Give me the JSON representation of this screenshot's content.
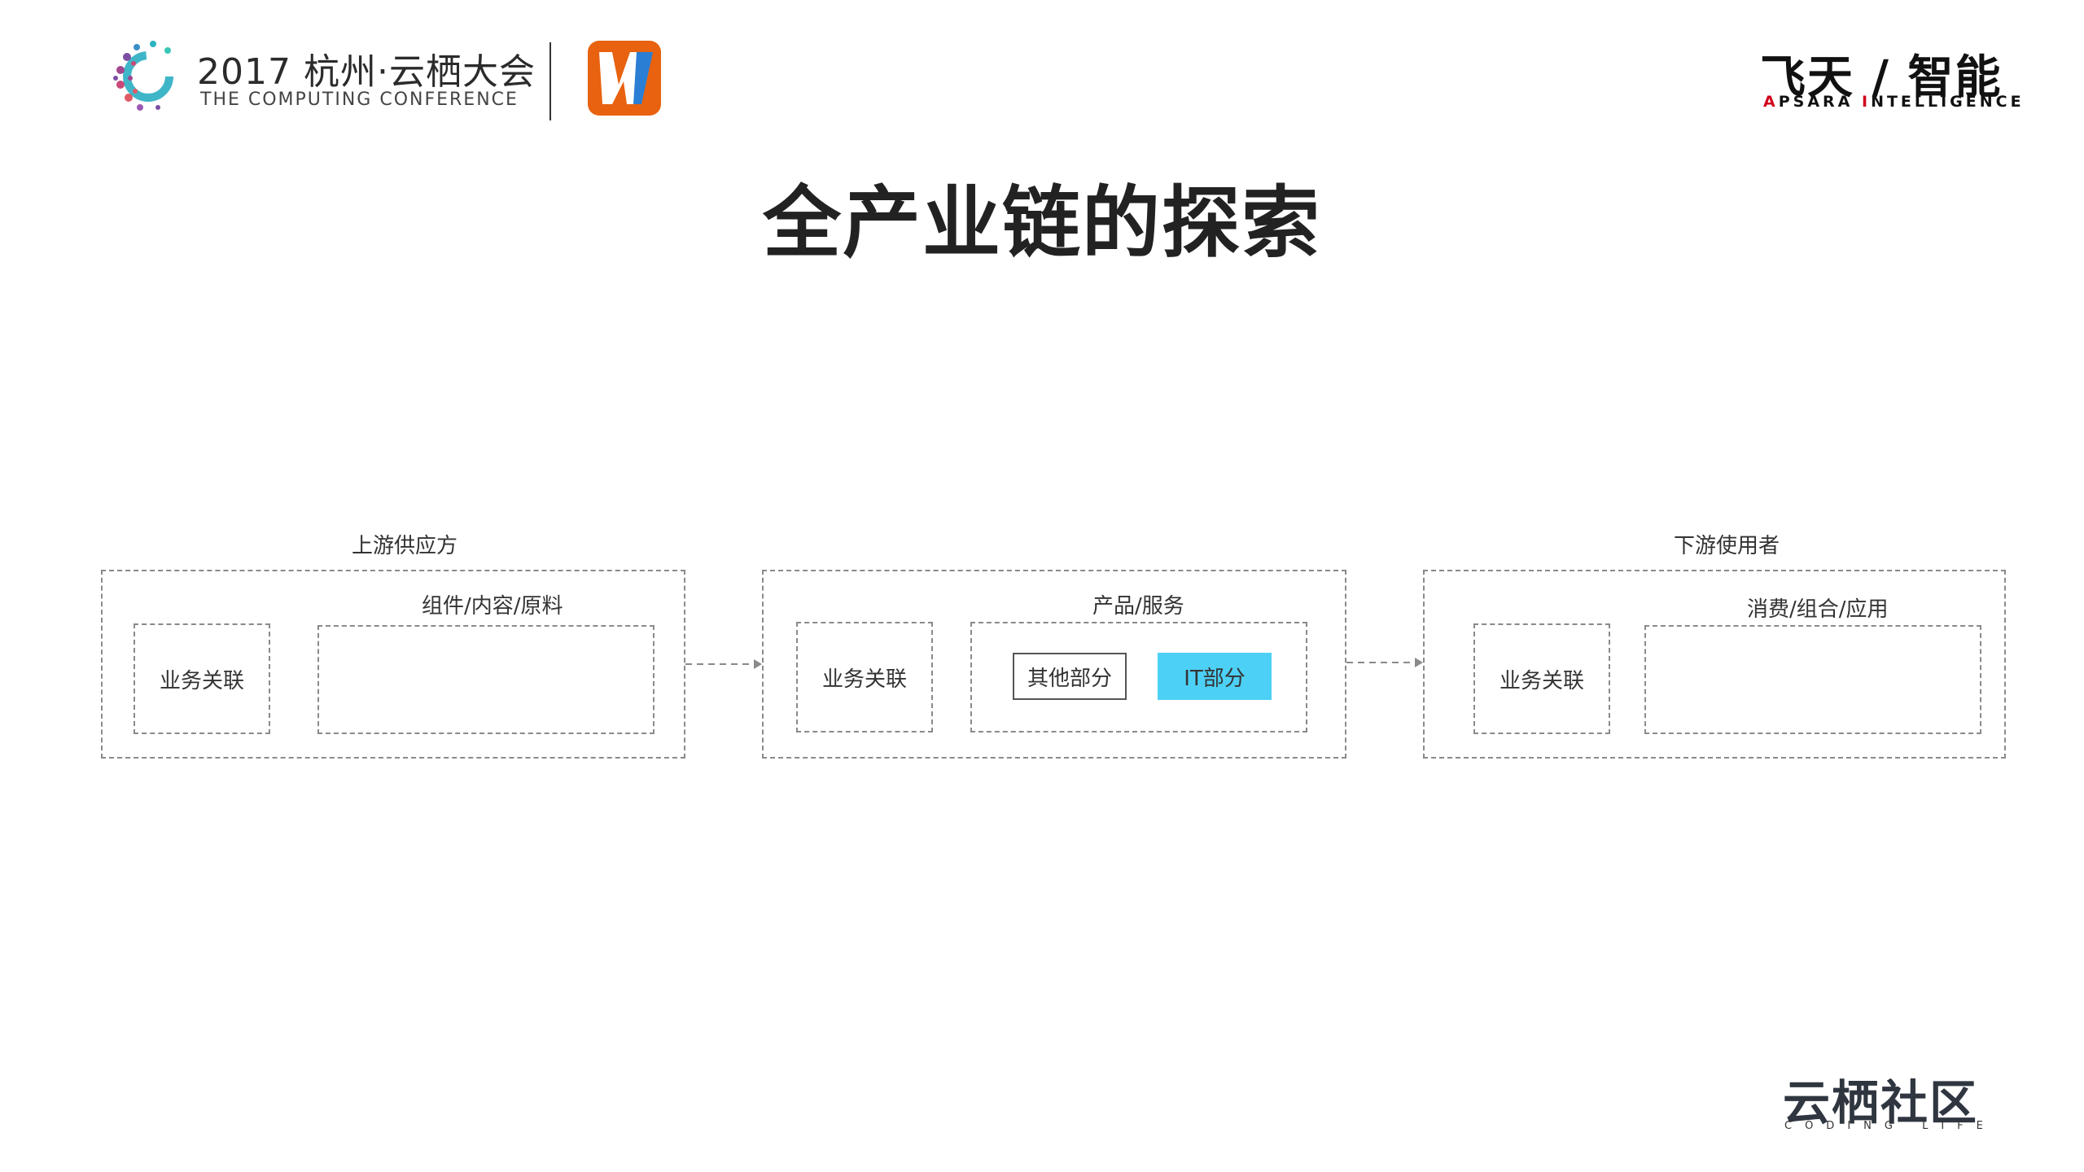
{
  "header": {
    "conference_title": "2017 杭州·云栖大会",
    "conference_subtitle": "THE COMPUTING CONFERENCE",
    "brand_cn": "飞天 / 智能",
    "brand_en_a": "A",
    "brand_en_psara": "PSARA ",
    "brand_en_i": "I",
    "brand_en_ntelligence": "NTELLIGENCE"
  },
  "page": {
    "title": "全产业链的探索"
  },
  "diagram": {
    "upstream": {
      "title": "上游供应方",
      "business_label": "业务关联",
      "inner_title": "组件/内容/原料"
    },
    "midstream": {
      "inner_title": "产品/服务",
      "business_label": "业务关联",
      "other_part": "其他部分",
      "it_part": "IT部分"
    },
    "downstream": {
      "title": "下游使用者",
      "business_label": "业务关联",
      "inner_title": "消费/组合/应用"
    }
  },
  "footer": {
    "community_cn": "云栖社区",
    "community_en": "CODING LIFE"
  },
  "colors": {
    "it_highlight": "#4dd0f5",
    "dash_border": "#8a8a8a",
    "logo_orange": "#e8620f",
    "logo_blue": "#2a7fd4",
    "brand_red": "#d0021b"
  }
}
